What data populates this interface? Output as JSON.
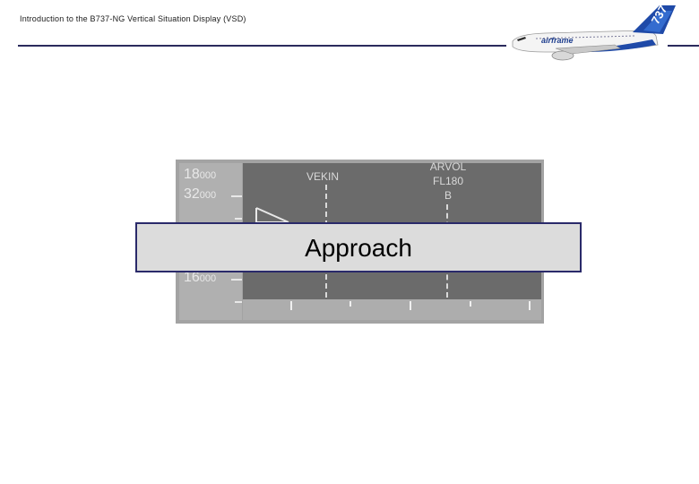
{
  "header": {
    "title": "Introduction to the B737-NG Vertical Situation Display (VSD)"
  },
  "logo": {
    "tail_text": "737",
    "fuselage_text": "airframe"
  },
  "vsd": {
    "altitudes": {
      "top_big": "18",
      "top_small": "000",
      "second_big": "32",
      "second_small": "000",
      "bottom_big": "16",
      "bottom_small": "000"
    },
    "waypoints": [
      {
        "name": "VEKIN"
      },
      {
        "name": "ARVOL",
        "altitude": "FL180",
        "constraint": "B"
      }
    ]
  },
  "banner": {
    "label": "Approach"
  },
  "colors": {
    "header_rule": "#2b2b5c",
    "banner_border": "#2a2a6a",
    "panel_bg": "#6b6b6b"
  }
}
